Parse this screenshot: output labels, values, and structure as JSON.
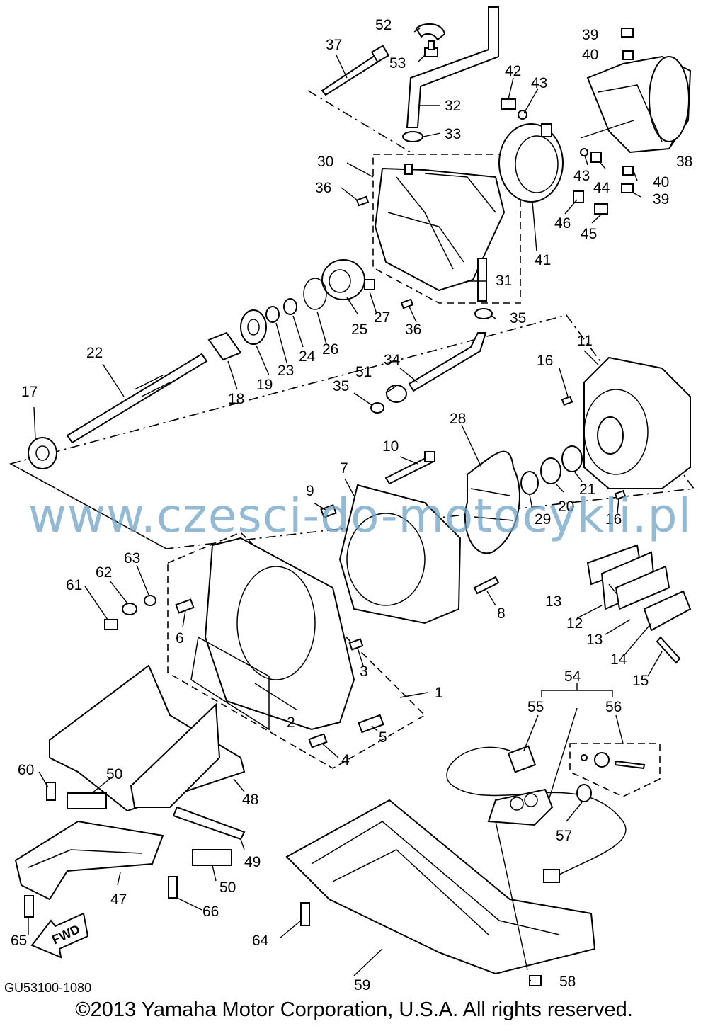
{
  "document_code": "GU53100-1080",
  "copyright": "©2013 Yamaha Motor Corporation, U.S.A. All rights reserved.",
  "watermark": "www.czesci-do-motocykli.pl",
  "direction_marker": "FWD",
  "callouts": [
    "1",
    "2",
    "3",
    "4",
    "5",
    "6",
    "7",
    "8",
    "9",
    "10",
    "11",
    "12",
    "13",
    "14",
    "15",
    "16",
    "17",
    "18",
    "19",
    "20",
    "21",
    "22",
    "23",
    "24",
    "25",
    "26",
    "27",
    "28",
    "29",
    "30",
    "31",
    "32",
    "33",
    "34",
    "35",
    "36",
    "37",
    "38",
    "39",
    "40",
    "41",
    "42",
    "43",
    "44",
    "45",
    "46",
    "47",
    "48",
    "49",
    "50",
    "51",
    "52",
    "53",
    "54",
    "55",
    "56",
    "57",
    "58",
    "59",
    "60",
    "61",
    "62",
    "63",
    "64",
    "65",
    "66"
  ]
}
